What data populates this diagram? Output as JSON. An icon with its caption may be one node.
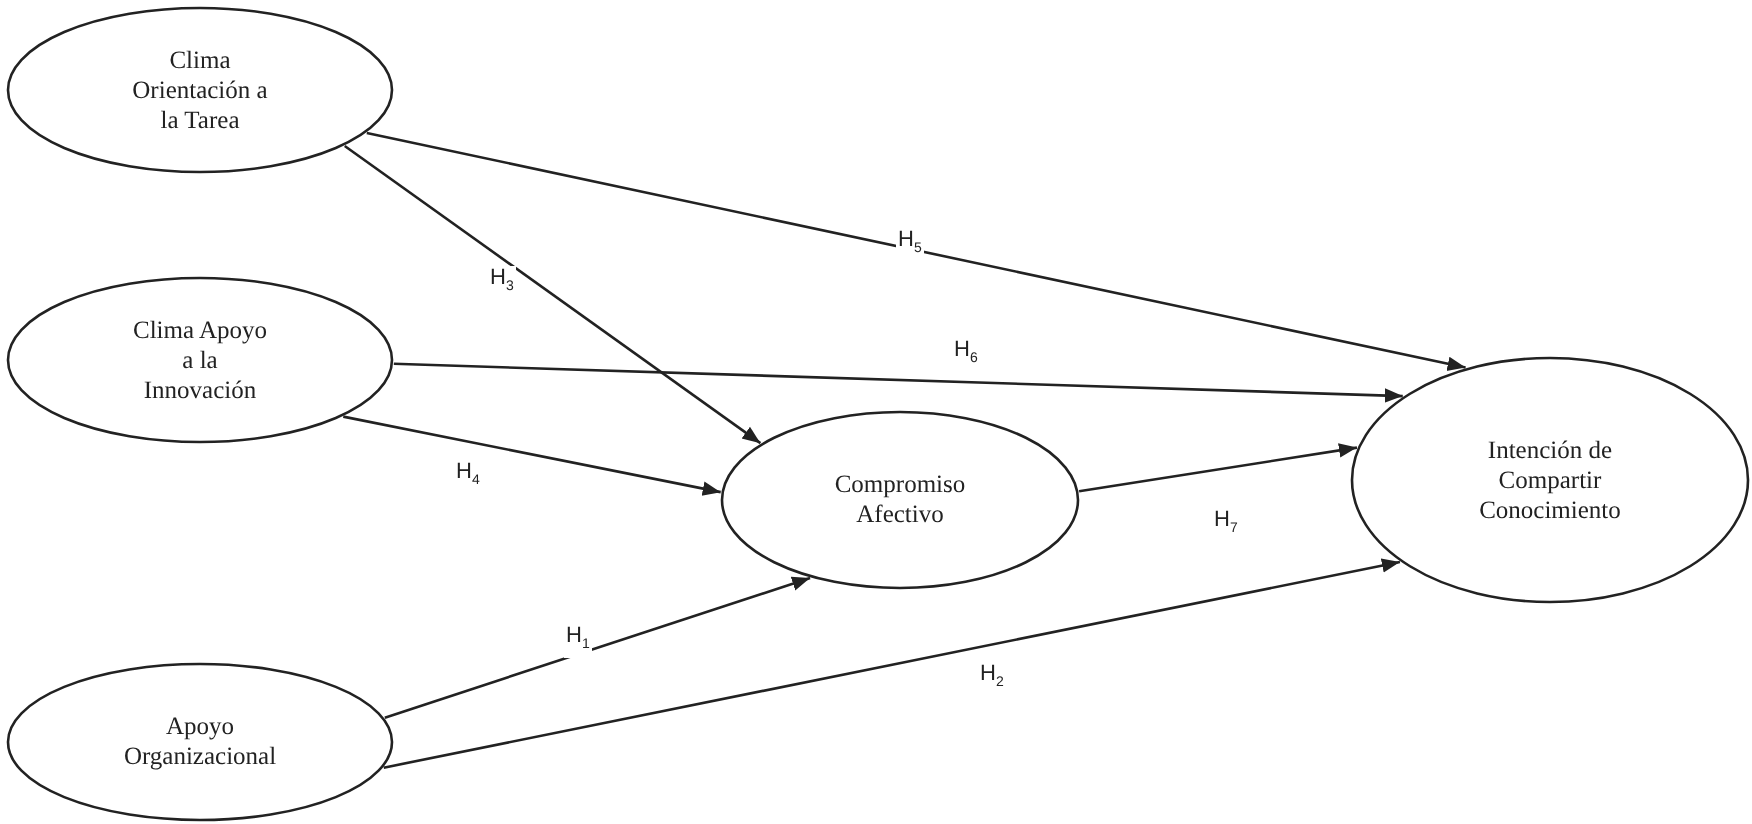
{
  "diagram": {
    "nodes": [
      {
        "text": [
          "Clima Orientación a la Tarea"
        ]
      },
      {
        "text": [
          "Clima Apoyo a la Innovación"
        ]
      },
      {
        "text": [
          "Apoyo Organizacional"
        ]
      },
      {
        "text": [
          "Compromiso Afectivo"
        ]
      },
      {
        "text": [
          "Intención de Compartir Conocimiento"
        ]
      }
    ],
    "edges": [
      {
        "from": 0,
        "to": 4,
        "arrow": "to",
        "label": "H$_{5}$"
      },
      {
        "from": 0,
        "to": 3,
        "arrow": "to",
        "label": "H$_{3}$"
      },
      {
        "from": 1,
        "to": 4,
        "arrow": "to",
        "label": "H$_{6}$"
      },
      {
        "from": 1,
        "to": 3,
        "arrow": "to",
        "label": "H$_{4}$"
      },
      {
        "from": 3,
        "to": 4,
        "arrow": "to",
        "label": "H$_{7}$"
      },
      {
        "from": 2,
        "to": 3,
        "arrow": "to",
        "label": "H$_{1}$"
      },
      {
        "from": 2,
        "to": 4,
        "arrow": "to",
        "label": "H$_{2}$"
      }
    ]
  }
}
